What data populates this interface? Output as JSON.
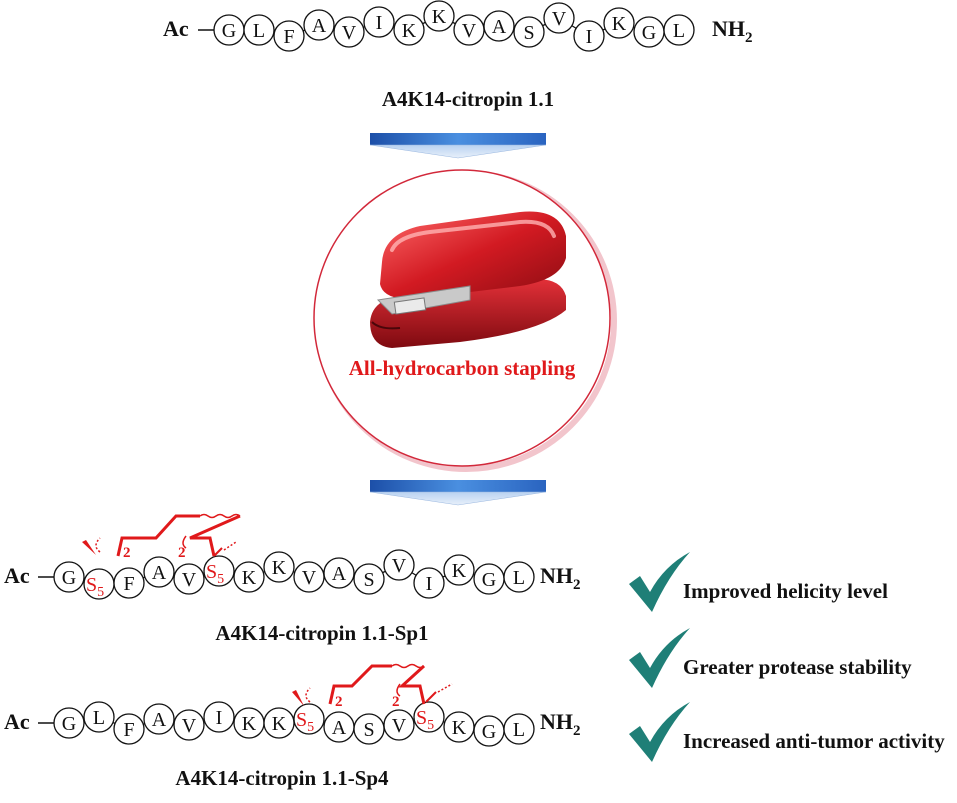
{
  "top": {
    "n_term": "Ac",
    "c_term": "NH",
    "c_term_sub": "2",
    "residues": [
      "G",
      "L",
      "F",
      "A",
      "V",
      "I",
      "K",
      "K",
      "V",
      "A",
      "S",
      "V",
      "I",
      "K",
      "G",
      "L"
    ],
    "name": "A4K14-citropin 1.1"
  },
  "center": {
    "label": "All-hydrocarbon stapling"
  },
  "sp1": {
    "n_term": "Ac",
    "c_term": "NH",
    "c_term_sub": "2",
    "residues": [
      "G",
      "S",
      "F",
      "A",
      "V",
      "S",
      "K",
      "K",
      "V",
      "A",
      "S",
      "V",
      "I",
      "K",
      "G",
      "L"
    ],
    "staple_subscript": "5",
    "linker_count": "2",
    "name": "A4K14-citropin 1.1-Sp1"
  },
  "sp4": {
    "n_term": "Ac",
    "c_term": "NH",
    "c_term_sub": "2",
    "residues": [
      "G",
      "L",
      "F",
      "A",
      "V",
      "I",
      "K",
      "K",
      "S",
      "A",
      "S",
      "V",
      "S",
      "K",
      "G",
      "L"
    ],
    "staple_subscript": "5",
    "linker_count": "2",
    "name": "A4K14-citropin 1.1-Sp4"
  },
  "benefits": [
    "Improved helicity level",
    "Greater protease stability",
    "Increased anti-tumor activity"
  ],
  "colors": {
    "staple_red": "#e0191b",
    "check_teal": "#1f7f77",
    "arrow_blue": "#3b7fd1"
  }
}
